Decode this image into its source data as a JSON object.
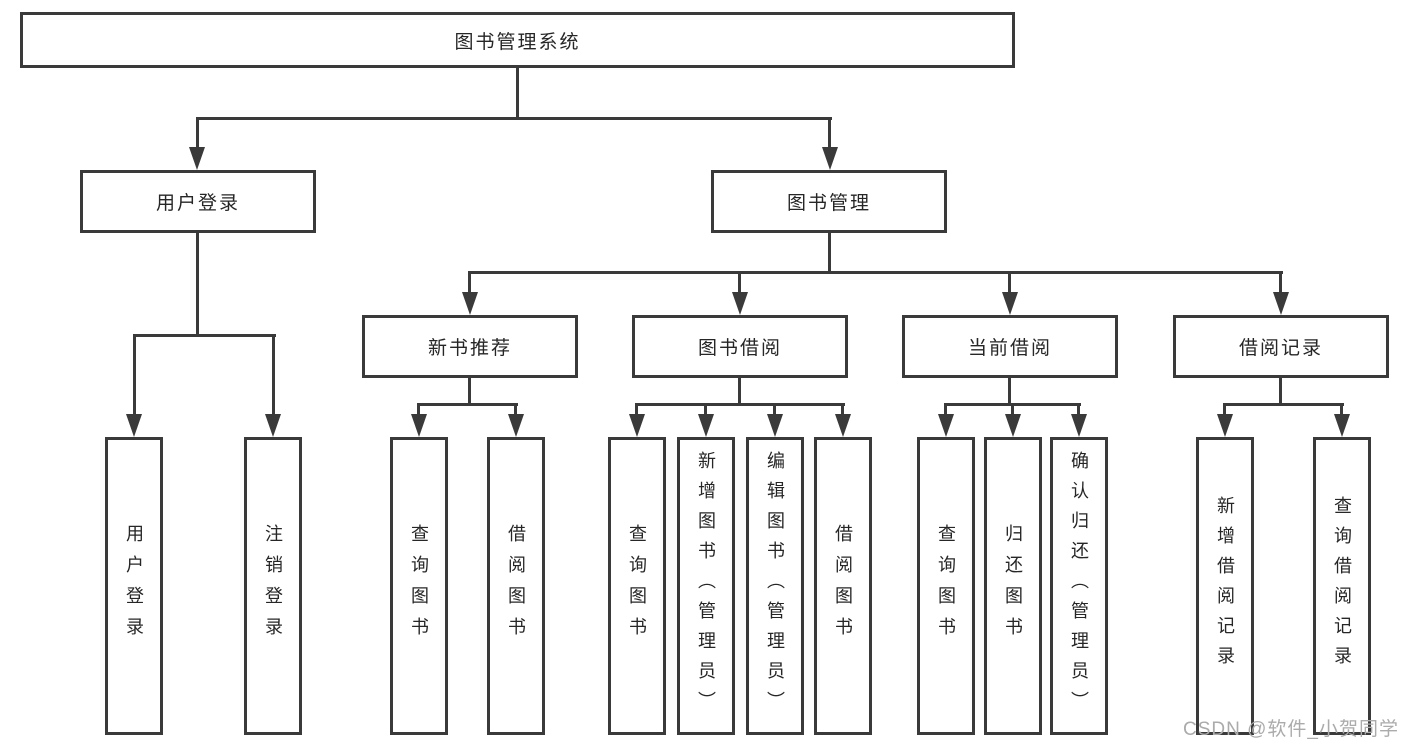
{
  "diagram": {
    "root": {
      "label": "图书管理系统"
    },
    "level2": [
      {
        "label": "用户登录"
      },
      {
        "label": "图书管理"
      }
    ],
    "level3": [
      {
        "label": "新书推荐"
      },
      {
        "label": "图书借阅"
      },
      {
        "label": "当前借阅"
      },
      {
        "label": "借阅记录"
      }
    ],
    "leaves": {
      "user_login": [
        {
          "label": "用户登录"
        },
        {
          "label": "注销登录"
        }
      ],
      "new_books": [
        {
          "label": "查询图书"
        },
        {
          "label": "借阅图书"
        }
      ],
      "book_borrow": [
        {
          "label": "查询图书"
        },
        {
          "label": "新增图书（管理员）"
        },
        {
          "label": "编辑图书（管理员）"
        },
        {
          "label": "借阅图书"
        }
      ],
      "current_borrow": [
        {
          "label": "查询图书"
        },
        {
          "label": "归还图书"
        },
        {
          "label": "确认归还（管理员）"
        }
      ],
      "borrow_records": [
        {
          "label": "新增借阅记录"
        },
        {
          "label": "查询借阅记录"
        }
      ]
    }
  },
  "watermark": {
    "text": "CSDN @软件_小贺同学"
  },
  "colors": {
    "line": "#3a3a3a",
    "text": "#262626",
    "watermark": "#ababab",
    "background": "#ffffff"
  }
}
